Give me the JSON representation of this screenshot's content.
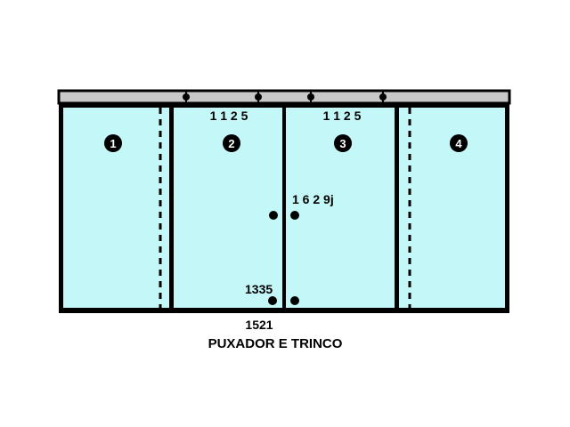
{
  "panels": [
    {
      "number": "1"
    },
    {
      "number": "2"
    },
    {
      "number": "3"
    },
    {
      "number": "4"
    }
  ],
  "labels": {
    "panel2_top": "1 1 2 5",
    "panel3_top": "1 1 2 5",
    "handle_code": "1 6 2 9j",
    "lock_code": "1335",
    "bottom_code": "1521",
    "caption": "PUXADOR E TRINCO"
  },
  "colors": {
    "glass": "#c4f7f7",
    "frame": "#000000",
    "rail": "#c8c8c8"
  }
}
